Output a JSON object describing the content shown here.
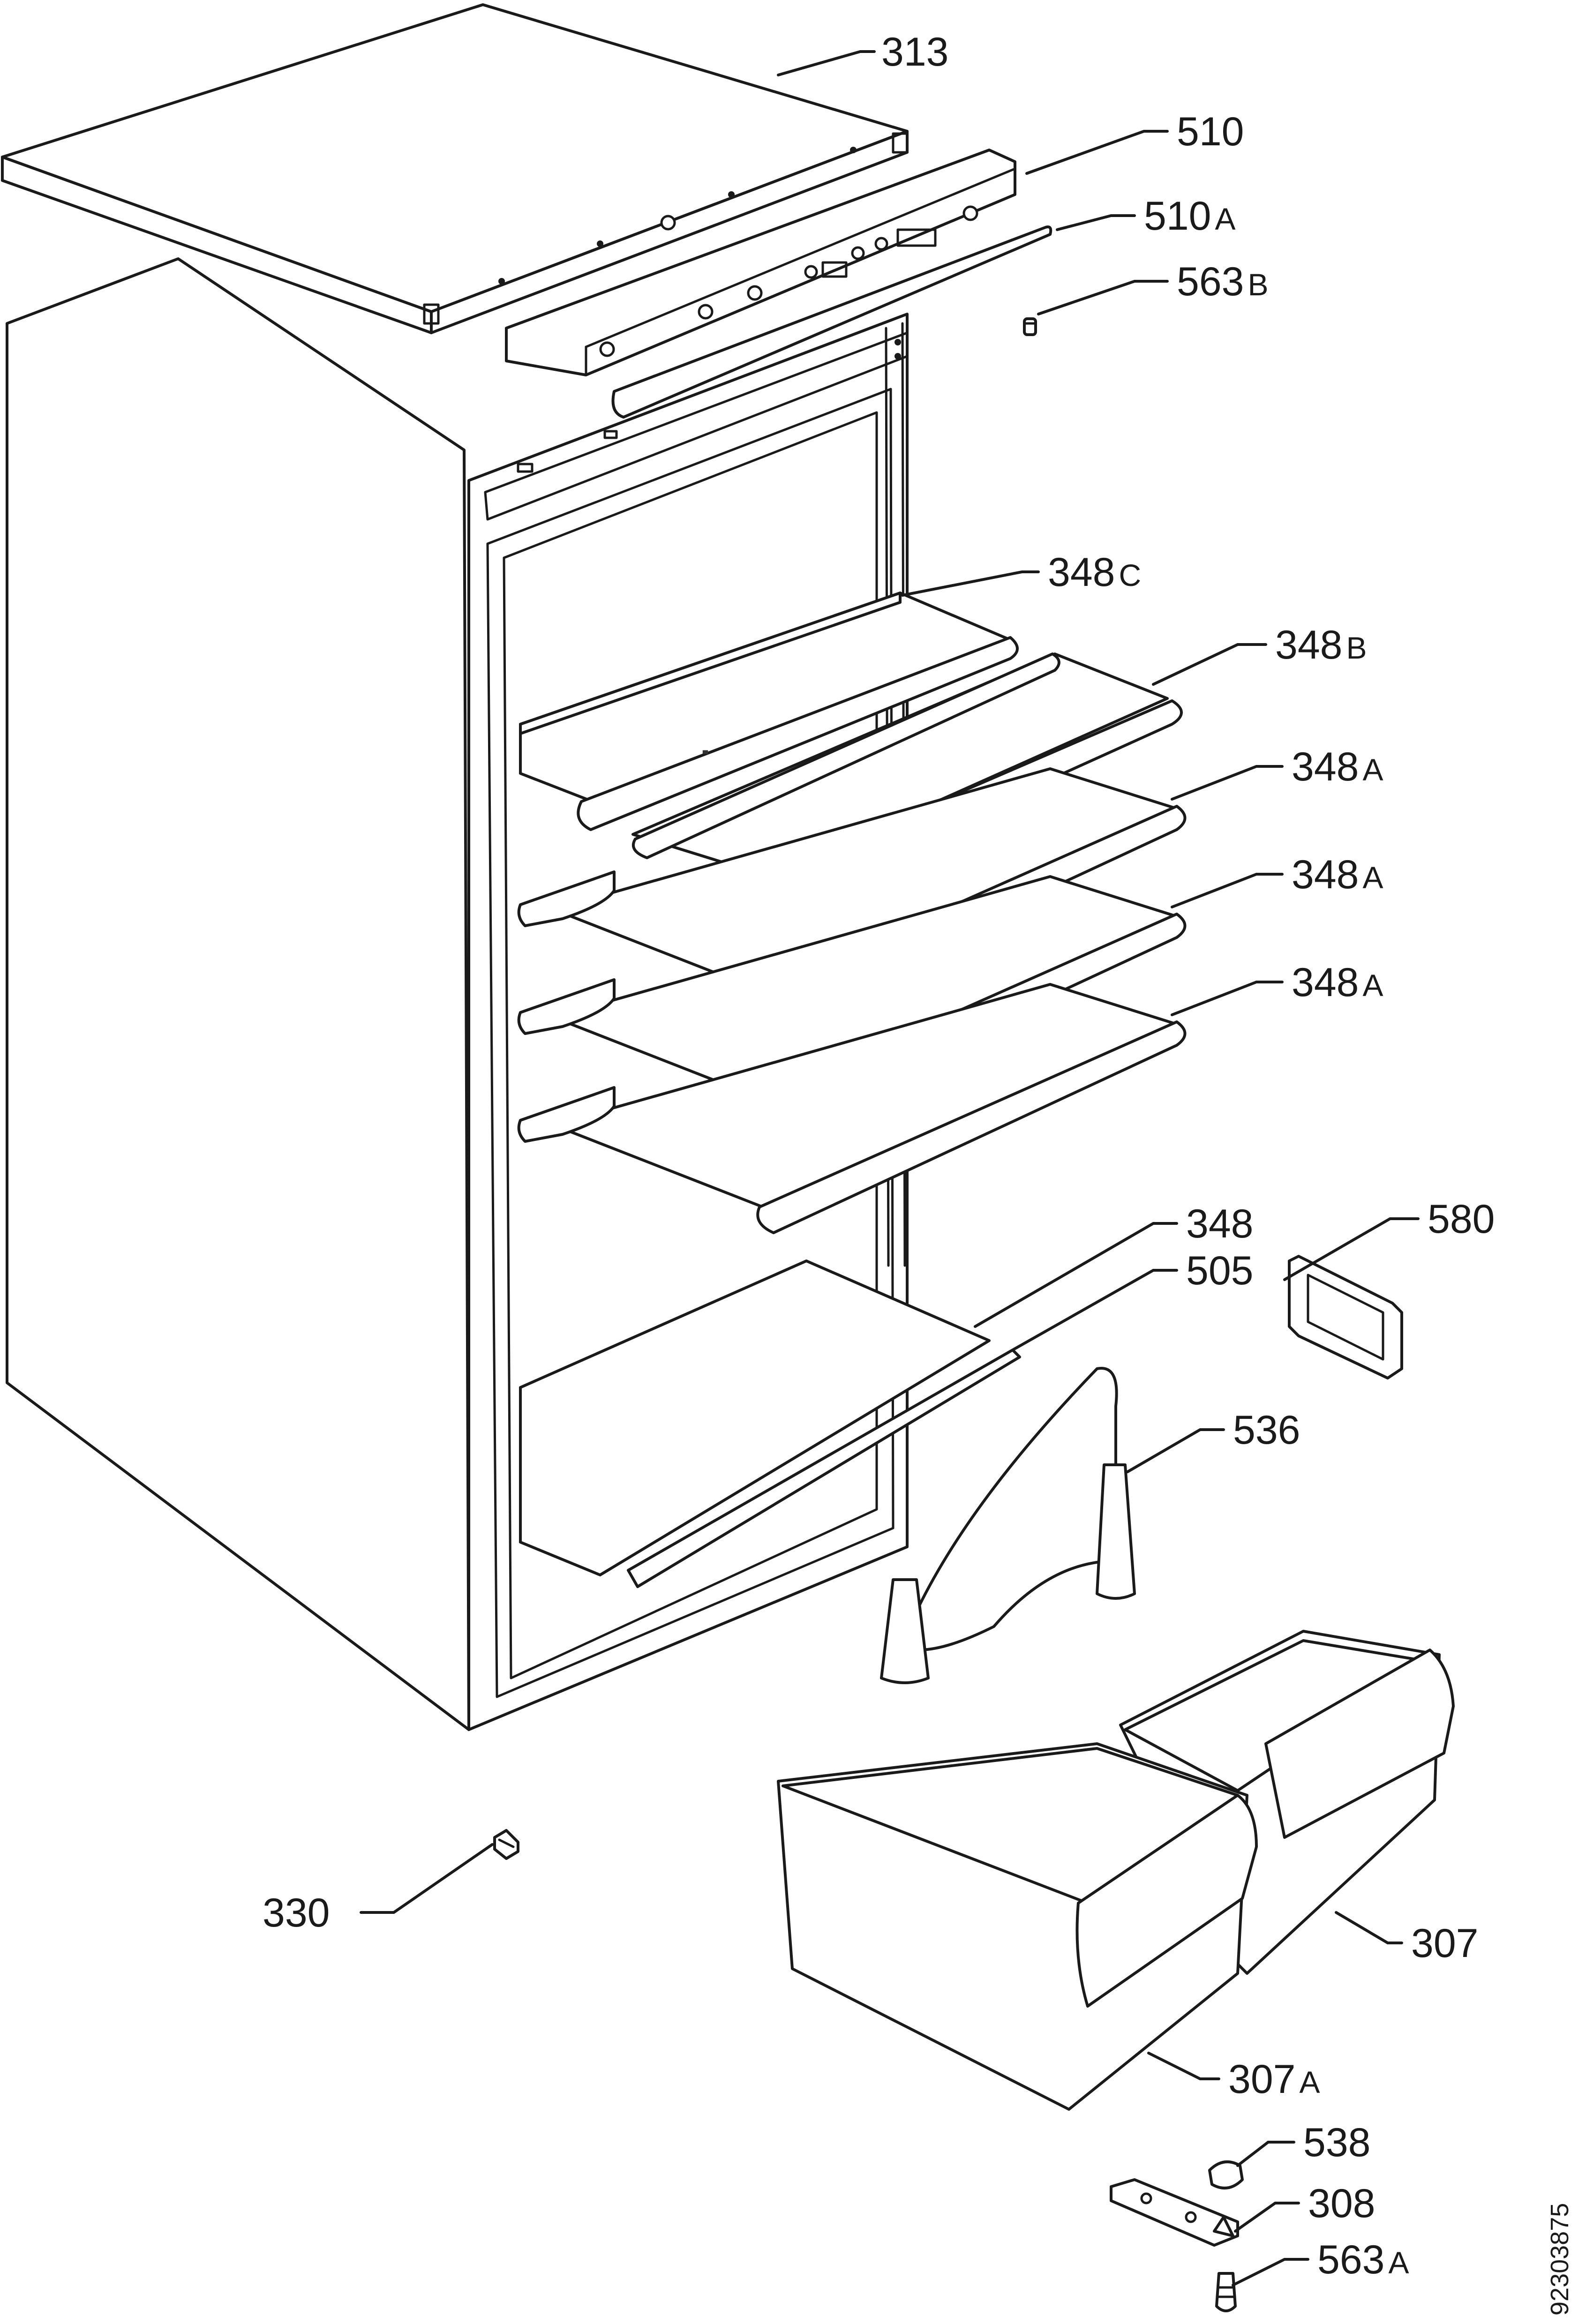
{
  "diagram": {
    "callouts": [
      {
        "id": "c313",
        "number": "313",
        "suffix": ""
      },
      {
        "id": "c510",
        "number": "510",
        "suffix": ""
      },
      {
        "id": "c510a",
        "number": "510",
        "suffix": "A"
      },
      {
        "id": "c563b",
        "number": "563",
        "suffix": "B"
      },
      {
        "id": "c348c",
        "number": "348",
        "suffix": "C"
      },
      {
        "id": "c348b",
        "number": "348",
        "suffix": "B"
      },
      {
        "id": "c348a1",
        "number": "348",
        "suffix": "A"
      },
      {
        "id": "c348a2",
        "number": "348",
        "suffix": "A"
      },
      {
        "id": "c348a3",
        "number": "348",
        "suffix": "A"
      },
      {
        "id": "c348",
        "number": "348",
        "suffix": ""
      },
      {
        "id": "c580",
        "number": "580",
        "suffix": ""
      },
      {
        "id": "c505",
        "number": "505",
        "suffix": ""
      },
      {
        "id": "c536",
        "number": "536",
        "suffix": ""
      },
      {
        "id": "c330",
        "number": "330",
        "suffix": ""
      },
      {
        "id": "c307",
        "number": "307",
        "suffix": ""
      },
      {
        "id": "c307a",
        "number": "307",
        "suffix": "A"
      },
      {
        "id": "c538",
        "number": "538",
        "suffix": ""
      },
      {
        "id": "c308",
        "number": "308",
        "suffix": ""
      },
      {
        "id": "c563a",
        "number": "563",
        "suffix": "A"
      }
    ],
    "document_number": "92303875"
  }
}
